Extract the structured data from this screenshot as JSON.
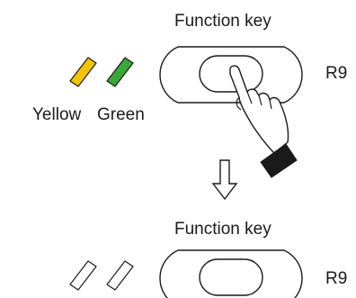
{
  "top_panel": {
    "title": "Function key",
    "side_label": "R9",
    "led_labels": {
      "yellow": "Yellow",
      "green": "Green"
    },
    "led_colors": {
      "yellow": "#f5c400",
      "green": "#3aa838"
    }
  },
  "bottom_panel": {
    "title": "Function key",
    "side_label": "R9",
    "led_colors": {
      "yellow": "#ffffff",
      "green": "#ffffff"
    }
  },
  "icons": {
    "pointer": "pointing-hand-icon",
    "transition": "down-arrow-icon"
  }
}
